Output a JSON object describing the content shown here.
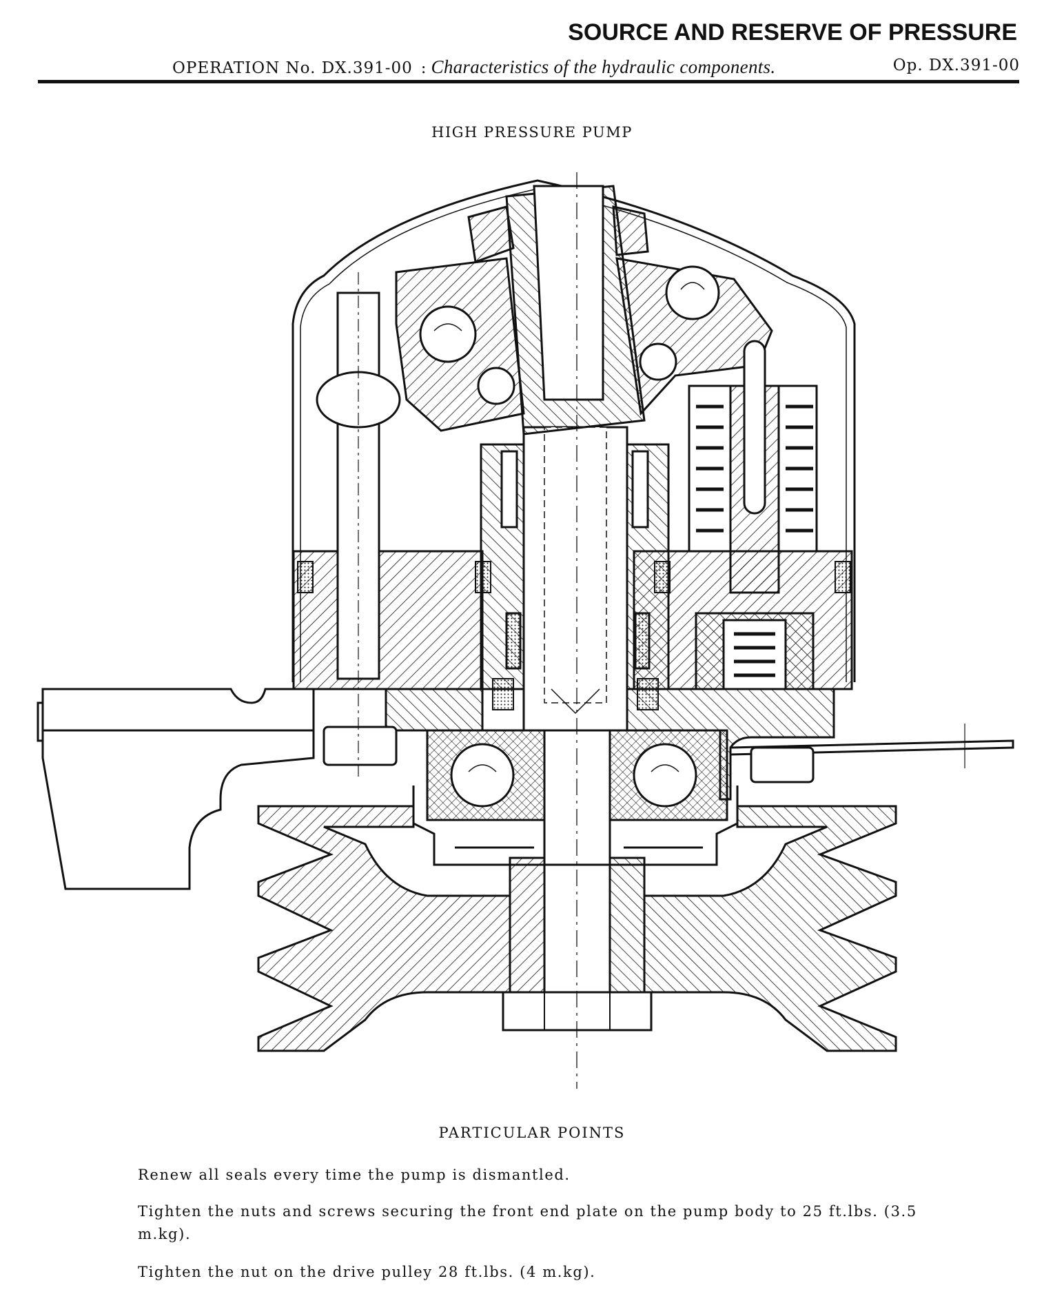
{
  "header": {
    "section_title": "SOURCE AND RESERVE OF PRESSURE",
    "operation_label": "OPERATION No. DX.391-00",
    "separator": ":",
    "operation_description": "Characteristics of the hydraulic components.",
    "operation_ref": "Op. DX.391-00"
  },
  "figure": {
    "title": "HIGH PRESSURE PUMP"
  },
  "particular_points": {
    "title": "PARTICULAR POINTS",
    "items": [
      "Renew all seals every time the pump is dismantled.",
      "Tighten the nuts and screws securing the front end plate on the pump body to 25 ft.lbs. (3.5 m.kg).",
      "Tighten the nut on the drive pulley 28 ft.lbs. (4 m.kg)."
    ]
  }
}
